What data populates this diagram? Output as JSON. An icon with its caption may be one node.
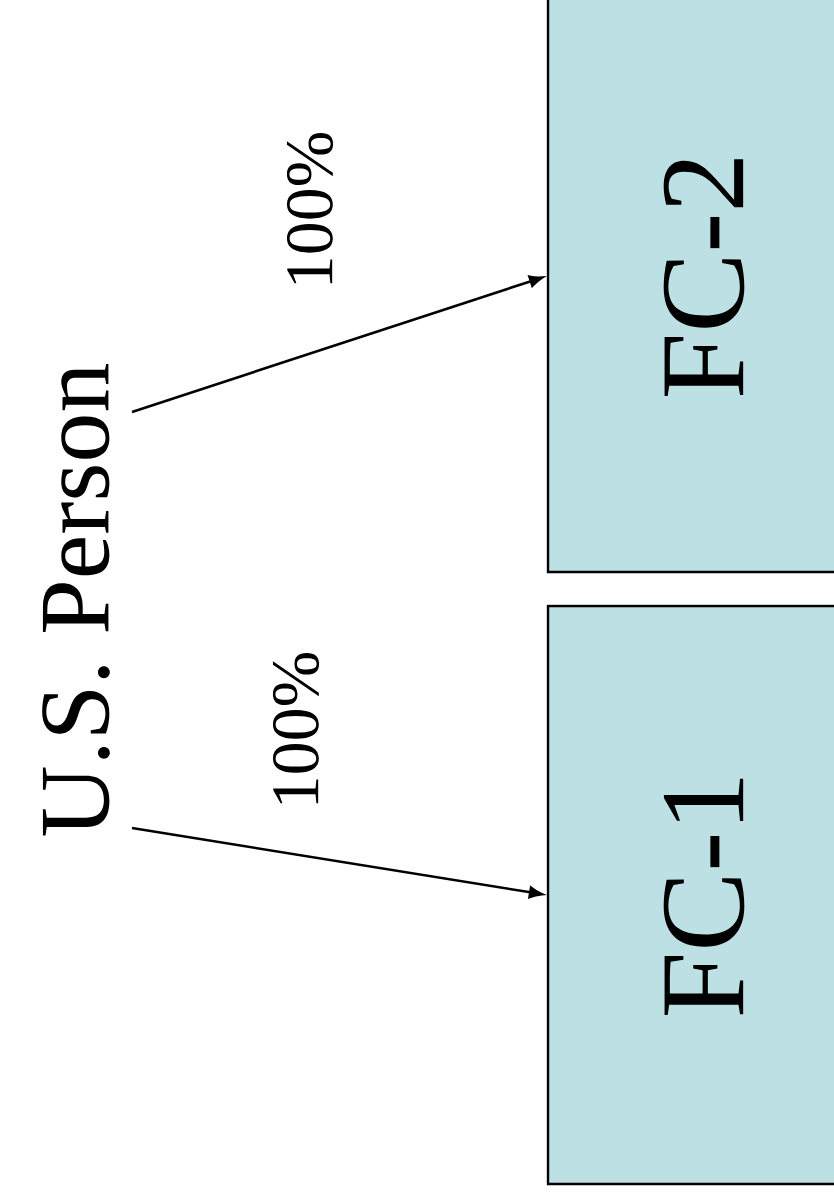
{
  "diagram": {
    "nodes": [
      {
        "text": [
          "U.S. Person"
        ]
      },
      {
        "text": [
          "FC-2"
        ]
      },
      {
        "text": [
          "FC-1"
        ]
      }
    ],
    "edges": [
      {
        "from": 0,
        "to": 1,
        "arrow": "to",
        "label": "100%"
      },
      {
        "from": 0,
        "to": 2,
        "arrow": "to",
        "label": "100%"
      }
    ]
  }
}
